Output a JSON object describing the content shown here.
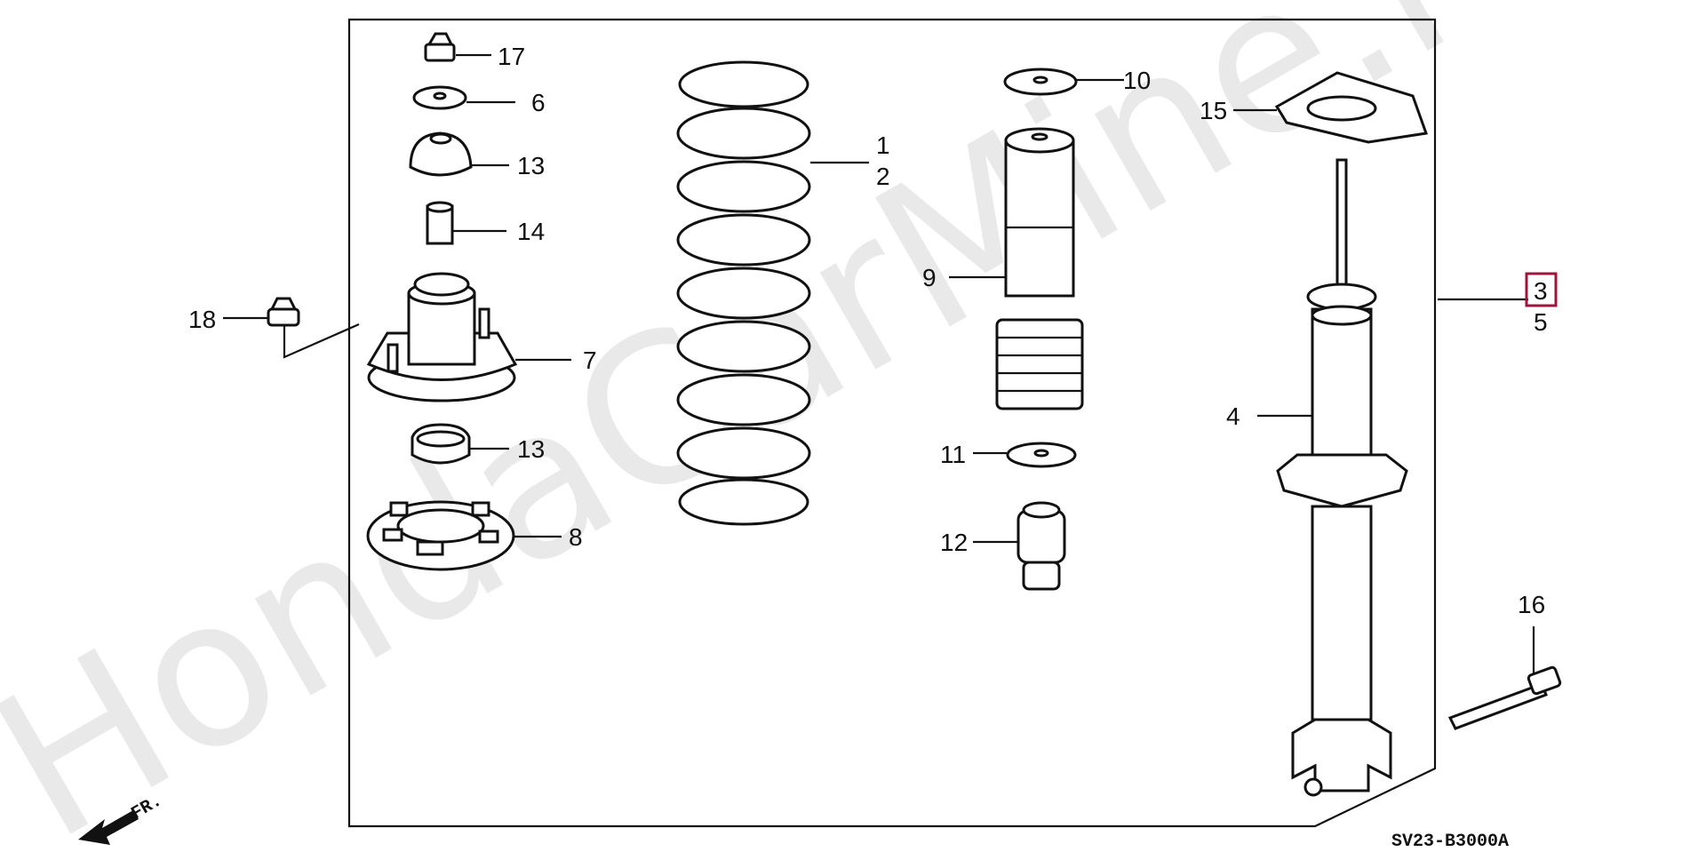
{
  "watermark": "HondaCarMine.ru",
  "diagram_code": "SV23-B3000A",
  "front_indicator": "FR.",
  "highlight_color": "#a0143c",
  "callouts": {
    "p1": "1",
    "p2": "2",
    "p3": "3",
    "p4": "4",
    "p5": "5",
    "p6": "6",
    "p7": "7",
    "p8": "8",
    "p9": "9",
    "p10": "10",
    "p11": "11",
    "p12": "12",
    "p13a": "13",
    "p13b": "13",
    "p14": "14",
    "p15": "15",
    "p16": "16",
    "p17": "17",
    "p18": "18"
  }
}
